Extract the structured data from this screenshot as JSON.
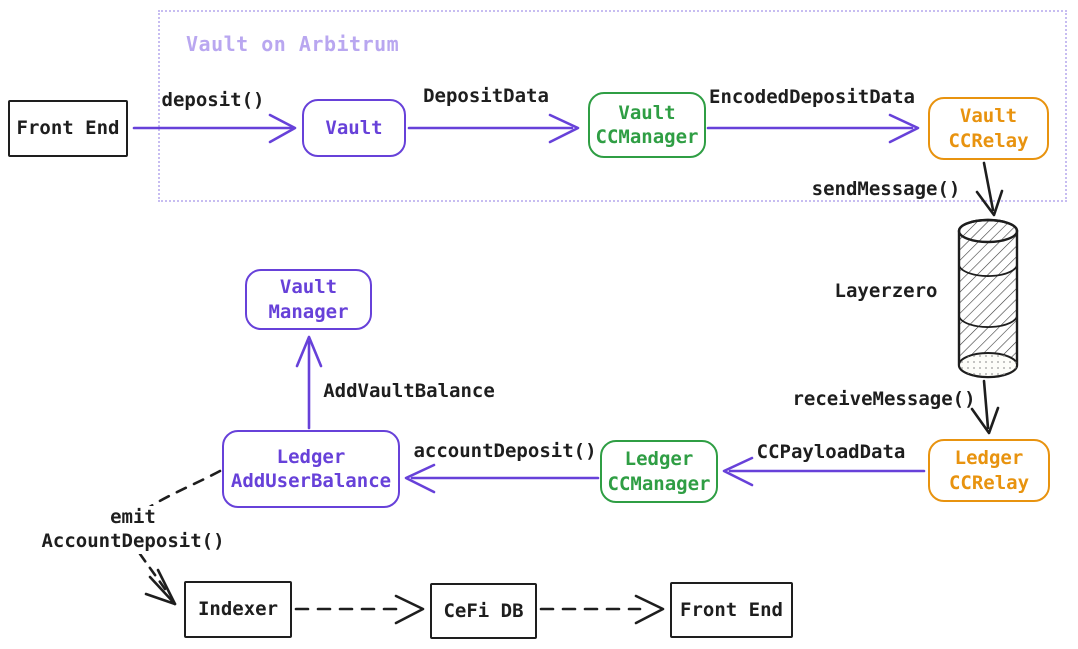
{
  "colors": {
    "purple": "#6741d9",
    "purple_light": "#b9a7f0",
    "green": "#2f9e44",
    "orange": "#e8930f",
    "black": "#1e1e1e"
  },
  "group": {
    "label": "Vault on Arbitrum"
  },
  "nodes": {
    "front_end_top": "Front End",
    "vault": "Vault",
    "vault_ccmanager": "Vault\nCCManager",
    "vault_ccrelay": "Vault\nCCRelay",
    "layerzero": "Layerzero",
    "ledger_ccrelay": "Ledger\nCCRelay",
    "ledger_ccmanager": "Ledger\nCCManager",
    "ledger_adduserbalance": "Ledger\nAddUserBalance",
    "vault_manager": "Vault\nManager",
    "indexer": "Indexer",
    "cefi_db": "CeFi DB",
    "front_end_bottom": "Front End"
  },
  "labels": {
    "deposit": "deposit()",
    "deposit_data": "DepositData",
    "encoded_deposit_data": "EncodedDepositData",
    "send_message": "sendMessage()",
    "receive_message": "receiveMessage()",
    "cc_payload_data": "CCPayloadData",
    "account_deposit_fn": "accountDeposit()",
    "add_vault_balance": "AddVaultBalance",
    "emit_event": "emit\nAccountDeposit()"
  }
}
